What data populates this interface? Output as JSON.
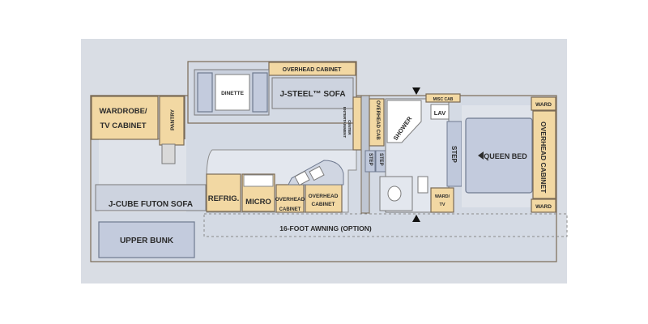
{
  "labels": {
    "overhead_top": "OVERHEAD CABINET",
    "dinette": "DINETTE",
    "jsteel": "J-STEEL™ SOFA",
    "wardrobe_1": "WARDROBE/",
    "wardrobe_2": "TV CABINET",
    "pantry": "PANTRY",
    "ent_1": "ENTERTAINMENT",
    "ent_2": "CENTER",
    "overhead_cab_vert": "OVERHEAD CAB",
    "shower": "SHOWER",
    "misc_cab": "MISC CAB",
    "lav": "LAV",
    "ward_top": "WARD",
    "ward_bottom": "WARD",
    "step_1": "STEP",
    "step_2": "STEP",
    "step_3": "STEP",
    "queen_bed": "QUEEN BED",
    "overhead_cabinet_vert": "OVERHEAD CABINET",
    "ward_tv_1": "WARD/",
    "ward_tv_2": "TV",
    "jcube": "J-CUBE FUTON SOFA",
    "refrig": "REFRIG.",
    "micro": "MICRO",
    "overhead_cab_small_1": "OVERHEAD",
    "overhead_cab_small_2": "CABINET",
    "overhead_cab_kitchen_1": "OVERHEAD",
    "overhead_cab_kitchen_2": "CABINET",
    "upper_bunk": "UPPER BUNK",
    "awning": "16-FOOT AWNING (OPTION)"
  },
  "colors": {
    "background": "#d9dde4",
    "floor": "#e3e7ee",
    "cabinet": "#f2d8a3",
    "bed": "#c3cbdd"
  }
}
